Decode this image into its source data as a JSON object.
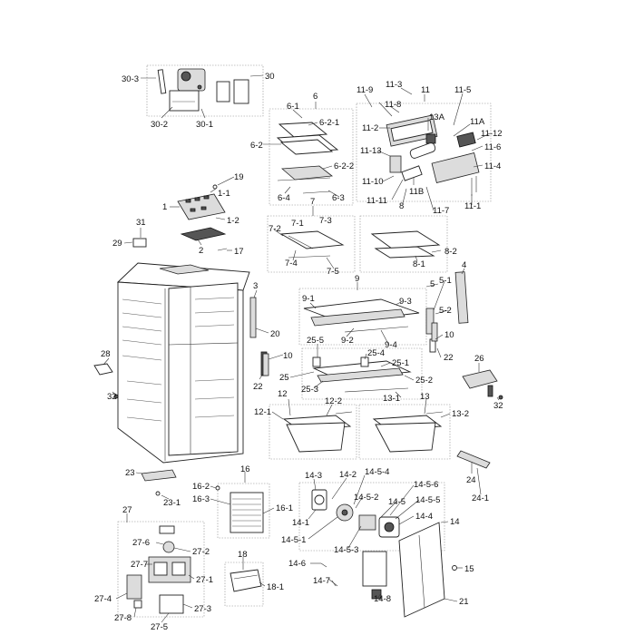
{
  "diagram": {
    "labels": [
      {
        "id": "l30-3",
        "text": "30-3"
      },
      {
        "id": "l30",
        "text": "30"
      },
      {
        "id": "l30-2",
        "text": "30-2"
      },
      {
        "id": "l30-1",
        "text": "30-1"
      },
      {
        "id": "l6",
        "text": "6"
      },
      {
        "id": "l6-1",
        "text": "6-1"
      },
      {
        "id": "l6-2-1",
        "text": "6-2-1"
      },
      {
        "id": "l6-2",
        "text": "6-2"
      },
      {
        "id": "l6-2-2",
        "text": "6-2-2"
      },
      {
        "id": "l6-4",
        "text": "6-4"
      },
      {
        "id": "l6-3",
        "text": "6-3"
      },
      {
        "id": "l11-9",
        "text": "11-9"
      },
      {
        "id": "l11-3",
        "text": "11-3"
      },
      {
        "id": "l11",
        "text": "11"
      },
      {
        "id": "l11-5",
        "text": "11-5"
      },
      {
        "id": "l11-8",
        "text": "11-8"
      },
      {
        "id": "l11-2",
        "text": "11-2"
      },
      {
        "id": "l13A",
        "text": "13A"
      },
      {
        "id": "l11A",
        "text": "11A"
      },
      {
        "id": "l11-12",
        "text": "11-12"
      },
      {
        "id": "l11-6",
        "text": "11-6"
      },
      {
        "id": "l11-13",
        "text": "11-13"
      },
      {
        "id": "l11-4",
        "text": "11-4"
      },
      {
        "id": "l11-10",
        "text": "11-10"
      },
      {
        "id": "l11-11",
        "text": "11-11"
      },
      {
        "id": "l11B",
        "text": "11B"
      },
      {
        "id": "l8",
        "text": "8"
      },
      {
        "id": "l11-7",
        "text": "11-7"
      },
      {
        "id": "l11-1",
        "text": "11-1"
      },
      {
        "id": "l19",
        "text": "19"
      },
      {
        "id": "l1-1",
        "text": "1-1"
      },
      {
        "id": "l1",
        "text": "1"
      },
      {
        "id": "l1-2",
        "text": "1-2"
      },
      {
        "id": "l31",
        "text": "31"
      },
      {
        "id": "l29",
        "text": "29"
      },
      {
        "id": "l2",
        "text": "2"
      },
      {
        "id": "l17",
        "text": "17"
      },
      {
        "id": "l7",
        "text": "7"
      },
      {
        "id": "l7-1",
        "text": "7-1"
      },
      {
        "id": "l7-3",
        "text": "7-3"
      },
      {
        "id": "l7-2",
        "text": "7-2"
      },
      {
        "id": "l7-4",
        "text": "7-4"
      },
      {
        "id": "l7-5",
        "text": "7-5"
      },
      {
        "id": "l8-2",
        "text": "8-2"
      },
      {
        "id": "l8-1",
        "text": "8-1"
      },
      {
        "id": "l3",
        "text": "3"
      },
      {
        "id": "l9",
        "text": "9"
      },
      {
        "id": "l5",
        "text": "5"
      },
      {
        "id": "l5-1",
        "text": "5-1"
      },
      {
        "id": "l4",
        "text": "4"
      },
      {
        "id": "l9-1",
        "text": "9-1"
      },
      {
        "id": "l9-3",
        "text": "9-3"
      },
      {
        "id": "l5-2",
        "text": "5-2"
      },
      {
        "id": "l20",
        "text": "20"
      },
      {
        "id": "l9-2",
        "text": "9-2"
      },
      {
        "id": "l9-4",
        "text": "9-4"
      },
      {
        "id": "l10a",
        "text": "10"
      },
      {
        "id": "l10b",
        "text": "10"
      },
      {
        "id": "l28",
        "text": "28"
      },
      {
        "id": "l25-5",
        "text": "25-5"
      },
      {
        "id": "l25-4",
        "text": "25-4"
      },
      {
        "id": "l22a",
        "text": "22"
      },
      {
        "id": "l22b",
        "text": "22"
      },
      {
        "id": "l26",
        "text": "26"
      },
      {
        "id": "l25-1",
        "text": "25-1"
      },
      {
        "id": "l25",
        "text": "25"
      },
      {
        "id": "l25-2",
        "text": "25-2"
      },
      {
        "id": "l32a",
        "text": "32"
      },
      {
        "id": "l25-3",
        "text": "25-3"
      },
      {
        "id": "l13-1",
        "text": "13-1"
      },
      {
        "id": "l12",
        "text": "12"
      },
      {
        "id": "l12-2",
        "text": "12-2"
      },
      {
        "id": "l13",
        "text": "13"
      },
      {
        "id": "l32b",
        "text": "32"
      },
      {
        "id": "l12-1",
        "text": "12-1"
      },
      {
        "id": "l13-2",
        "text": "13-2"
      },
      {
        "id": "l23",
        "text": "23"
      },
      {
        "id": "l23-1",
        "text": "23-1"
      },
      {
        "id": "l24",
        "text": "24"
      },
      {
        "id": "l24-1",
        "text": "24-1"
      },
      {
        "id": "l16",
        "text": "16"
      },
      {
        "id": "l16-2",
        "text": "16-2"
      },
      {
        "id": "l16-3",
        "text": "16-3"
      },
      {
        "id": "l16-1",
        "text": "16-1"
      },
      {
        "id": "l14-3",
        "text": "14-3"
      },
      {
        "id": "l14-2",
        "text": "14-2"
      },
      {
        "id": "l14-5-4",
        "text": "14-5-4"
      },
      {
        "id": "l14-5-6",
        "text": "14-5-6"
      },
      {
        "id": "l14-5-2",
        "text": "14-5-2"
      },
      {
        "id": "l14-5",
        "text": "14-5"
      },
      {
        "id": "l14-5-5",
        "text": "14-5-5"
      },
      {
        "id": "l14-1",
        "text": "14-1"
      },
      {
        "id": "l14-4",
        "text": "14-4"
      },
      {
        "id": "l14",
        "text": "14"
      },
      {
        "id": "l14-5-1",
        "text": "14-5-1"
      },
      {
        "id": "l14-5-3",
        "text": "14-5-3"
      },
      {
        "id": "l27",
        "text": "27"
      },
      {
        "id": "l27-6",
        "text": "27-6"
      },
      {
        "id": "l27-2",
        "text": "27-2"
      },
      {
        "id": "l27-7",
        "text": "27-7"
      },
      {
        "id": "l27-1",
        "text": "27-1"
      },
      {
        "id": "l27-4",
        "text": "27-4"
      },
      {
        "id": "l27-3",
        "text": "27-3"
      },
      {
        "id": "l27-8",
        "text": "27-8"
      },
      {
        "id": "l27-5",
        "text": "27-5"
      },
      {
        "id": "l18",
        "text": "18"
      },
      {
        "id": "l18-1",
        "text": "18-1"
      },
      {
        "id": "l14-6",
        "text": "14-6"
      },
      {
        "id": "l14-7",
        "text": "14-7"
      },
      {
        "id": "l14-8",
        "text": "14-8"
      },
      {
        "id": "l15",
        "text": "15"
      },
      {
        "id": "l21",
        "text": "21"
      }
    ]
  }
}
